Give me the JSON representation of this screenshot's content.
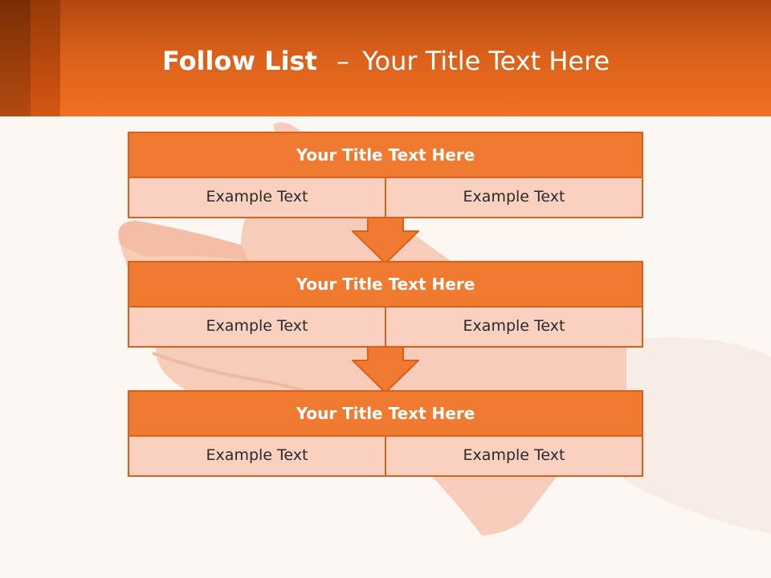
{
  "slide": {
    "title_bold": "Follow List",
    "title_dash": "–",
    "title_rest": "Your Title Text Here"
  },
  "steps": [
    {
      "title": "Your Title Text Here",
      "left": "Example Text",
      "right": "Example Text"
    },
    {
      "title": "Your Title Text Here",
      "left": "Example Text",
      "right": "Example Text"
    },
    {
      "title": "Your Title Text Here",
      "left": "Example Text",
      "right": "Example Text"
    }
  ],
  "colors": {
    "header_orange": "#f27020",
    "box_title": "#f07a30",
    "box_cell": "#fad0c0",
    "border": "#d8601a",
    "background": "#fcf7f3"
  }
}
